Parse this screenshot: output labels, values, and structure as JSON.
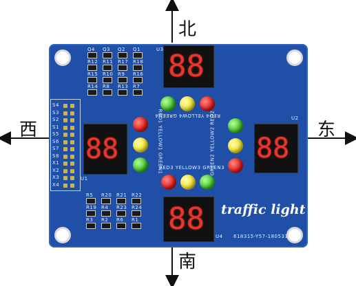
{
  "directions": {
    "north": "北",
    "south": "南",
    "east": "东",
    "west": "西"
  },
  "board": {
    "brand": "traffic light",
    "serial": "618315-Y57-180531",
    "labels": {
      "north_strip": "RED4 YELLOW4 GREEN4",
      "east_strip": "GREEN2 YELLOW2 RED2",
      "south_strip": "RED3 YELLOW3 GREEN3",
      "west_strip": "RED1 YELLOW1 GREEN1",
      "u3": "U3",
      "u2": "U2",
      "u1": "U1",
      "u4": "U4"
    },
    "components_top": [
      "Q4",
      "Q3",
      "Q2",
      "Q1",
      "R12",
      "R11",
      "R17",
      "R18",
      "R15",
      "R10",
      "R9",
      "R16",
      "R14",
      "R8",
      "R13",
      "R7"
    ],
    "components_bottom": [
      "R5",
      "R20",
      "R21",
      "R22",
      "R19",
      "R4",
      "R23",
      "R24",
      "R3",
      "R2",
      "R6",
      "R1"
    ],
    "header_pins": [
      "S4",
      "S3",
      "S2",
      "S1",
      "S5",
      "S6",
      "S7",
      "S8",
      "X1",
      "X2",
      "X3",
      "X4"
    ]
  },
  "colors": {
    "board": "#1f4fa6",
    "red": "#e01a1a",
    "yellow": "#f1e22a",
    "green": "#3fbf25"
  }
}
